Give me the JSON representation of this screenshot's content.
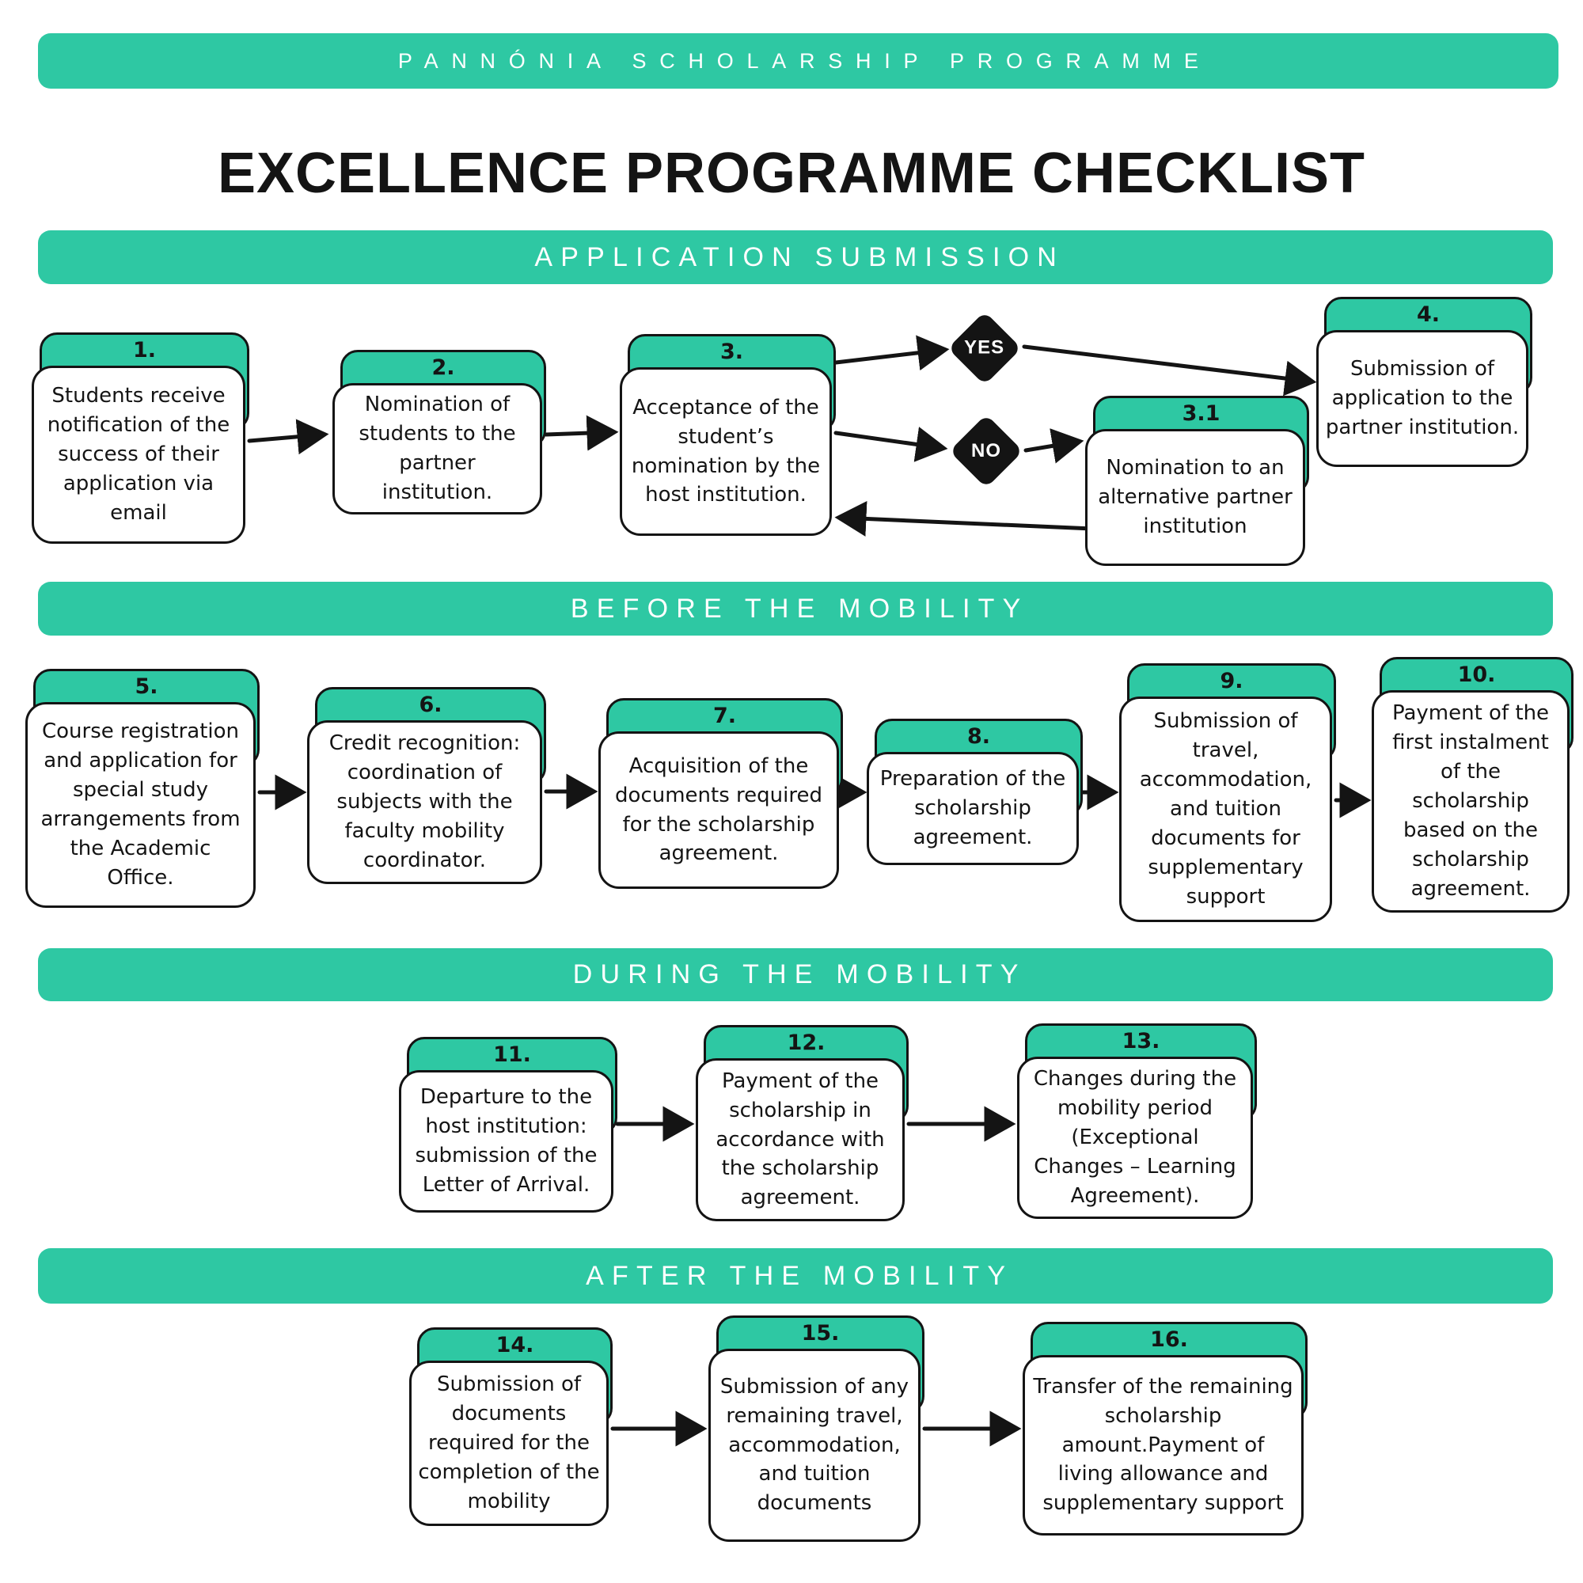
{
  "page": {
    "top_banner": "PANNÓNIA SCHOLARSHIP PROGRAMME",
    "title": "EXCELLENCE PROGRAMME CHECKLIST"
  },
  "colors": {
    "green": "#2ec8a3",
    "ink": "#141414"
  },
  "sections": [
    {
      "banner": "APPLICATION SUBMISSION"
    },
    {
      "banner": "BEFORE THE MOBILITY"
    },
    {
      "banner": "DURING THE MOBILITY"
    },
    {
      "banner": "AFTER THE MOBILITY"
    }
  ],
  "decisions": {
    "yes": "YES",
    "no": "NO"
  },
  "cards": [
    {
      "number": "1.",
      "text": "Students receive notification of the success of their application via email"
    },
    {
      "number": "2.",
      "text": "Nomination of students to the partner institution."
    },
    {
      "number": "3.",
      "text": "Acceptance of the student’s nomination by the host institution."
    },
    {
      "number": "3.1",
      "text": "Nomination to an alternative partner institution"
    },
    {
      "number": "4.",
      "text": "Submission of application to the partner institution."
    },
    {
      "number": "5.",
      "text": "Course registration and application for special study arrangements from the Academic Office."
    },
    {
      "number": "6.",
      "text": "Credit recognition: coordination of subjects with the faculty mobility coordinator."
    },
    {
      "number": "7.",
      "text": "Acquisition of the documents required for the scholarship agreement."
    },
    {
      "number": "8.",
      "text": "Preparation of the scholarship agreement."
    },
    {
      "number": "9.",
      "text": "Submission of travel, accommodation, and tuition documents for supplementary support"
    },
    {
      "number": "10.",
      "text": "Payment of the first instalment of the scholarship based on the scholarship agreement."
    },
    {
      "number": "11.",
      "text": "Departure to the host institution: submission of the Letter of Arrival."
    },
    {
      "number": "12.",
      "text": "Payment of the scholarship in accordance with the scholarship agreement."
    },
    {
      "number": "13.",
      "text": "Changes during the mobility period (Exceptional Changes – Learning Agreement)."
    },
    {
      "number": "14.",
      "text": "Submission of documents required for the completion of the mobility"
    },
    {
      "number": "15.",
      "text": "Submission of any remaining travel, accommodation, and tuition documents"
    },
    {
      "number": "16.",
      "text": "Transfer of the remaining scholarship amount.Payment of living allowance and supplementary support"
    }
  ]
}
